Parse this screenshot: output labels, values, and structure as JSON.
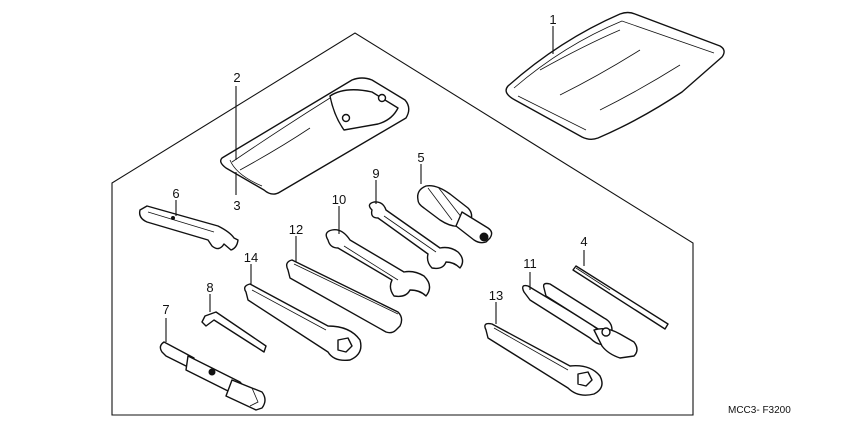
{
  "diagram": {
    "code": "MCC3- F3200",
    "parts": [
      {
        "ref": "1"
      },
      {
        "ref": "2"
      },
      {
        "ref": "3"
      },
      {
        "ref": "4"
      },
      {
        "ref": "5"
      },
      {
        "ref": "6"
      },
      {
        "ref": "7"
      },
      {
        "ref": "8"
      },
      {
        "ref": "9"
      },
      {
        "ref": "10"
      },
      {
        "ref": "11"
      },
      {
        "ref": "12"
      },
      {
        "ref": "13"
      },
      {
        "ref": "14"
      }
    ]
  }
}
